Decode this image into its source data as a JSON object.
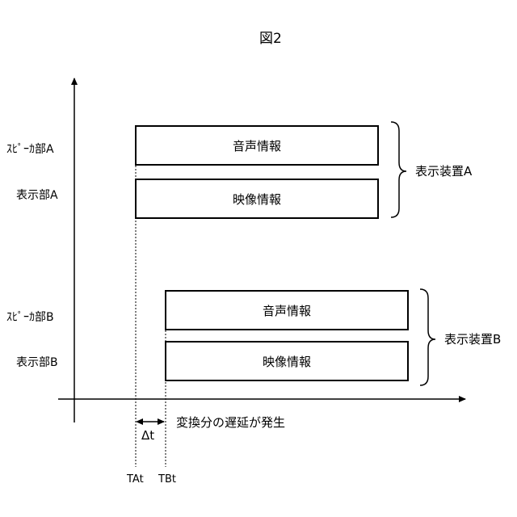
{
  "figure": {
    "title": "図2"
  },
  "rows": {
    "speaker_a": "ｽﾋﾟｰｶ部A",
    "display_a": "表示部A",
    "speaker_b": "ｽﾋﾟｰｶ部B",
    "display_b": "表示部B"
  },
  "bars": {
    "audio_a": "音声情報",
    "video_a": "映像情報",
    "audio_b": "音声情報",
    "video_b": "映像情報"
  },
  "groups": {
    "device_a": "表示装置A",
    "device_b": "表示装置B"
  },
  "annotations": {
    "delay_symbol": "Δt",
    "delay_note": "変換分の遅延が発生"
  },
  "ticks": {
    "ta": "TAt",
    "tb": "TBt"
  }
}
